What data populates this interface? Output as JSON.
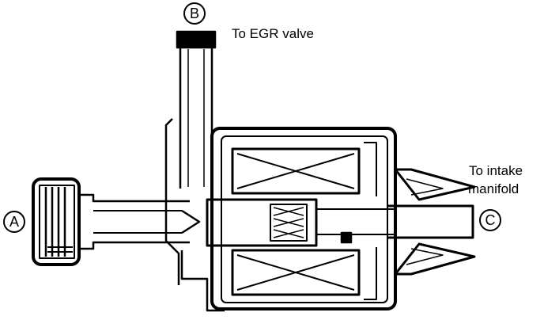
{
  "diagram": {
    "ports": {
      "a": "A",
      "b": "B",
      "c": "C"
    },
    "labels": {
      "egr": "To EGR valve",
      "intake_line1": "To intake",
      "intake_line2": "manifold"
    },
    "colors": {
      "ink": "#000000",
      "paper": "#ffffff"
    }
  }
}
